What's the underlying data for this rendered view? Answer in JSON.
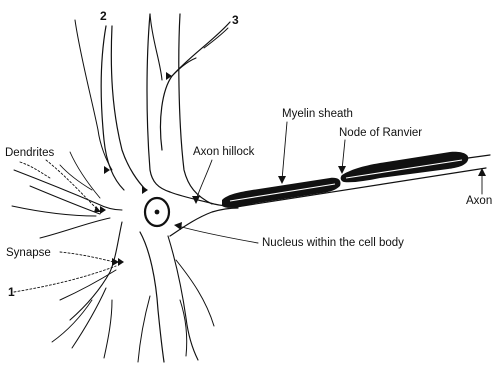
{
  "diagram": {
    "labels": {
      "n2": "2",
      "n3": "3",
      "n1": "1",
      "dendrites": "Dendrites",
      "synapse": "Synapse",
      "axon_hillock": "Axon hillock",
      "myelin_sheath": "Myelin sheath",
      "node_of_ranvier": "Node of Ranvier",
      "axon": "Axon",
      "nucleus": "Nucleus within the cell body"
    },
    "colors": {
      "ink": "#111111",
      "background": "#ffffff"
    }
  }
}
